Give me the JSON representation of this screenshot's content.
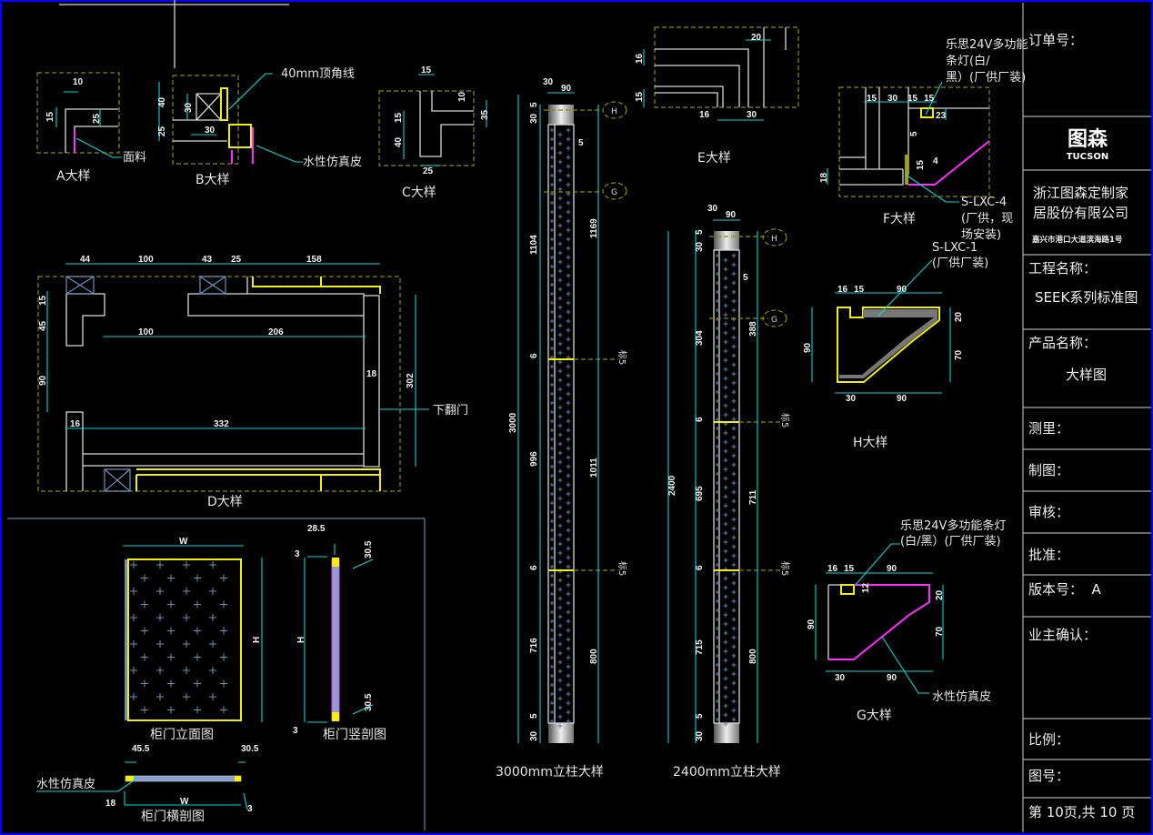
{
  "colors": {
    "background": "#000000",
    "frame": "#0000ff",
    "dimension": "#00d8d8",
    "outline": "#d8d8d8",
    "highlight": "#f0f000",
    "leather": "#ff30ff",
    "detail_box": "#8a8a00"
  },
  "title_block": {
    "order_no": "订单号：",
    "logo_cn": "图森",
    "logo_en": "TUCSON",
    "company_line1": "浙江图森定制家",
    "company_line2": "居股份有限公司",
    "address": "嘉兴市港口大道滨海路1号",
    "project_label": "工程名称：",
    "project_value": "SEEK系列标准图",
    "product_label": "产品名称：",
    "product_value": "大样图",
    "survey": "测里：",
    "drawn": "制图：",
    "review": "审核：",
    "approve": "批准：",
    "version": "版本号：  A",
    "owner_confirm": "业主确认：",
    "scale": "比例：",
    "drawing_no": "图号：",
    "page": "第 10页,共 10 页"
  },
  "details": {
    "A": {
      "caption": "A大样",
      "label": "面料",
      "dims": [
        "10",
        "15",
        "25"
      ]
    },
    "B": {
      "caption": "B大样",
      "label_top": "40mm顶角线",
      "label_side": "水性仿真皮",
      "dims": [
        "40",
        "25",
        "30",
        "30"
      ]
    },
    "C": {
      "caption": "C大样",
      "dims": [
        "15",
        "10",
        "35",
        "15",
        "40",
        "25"
      ]
    },
    "D": {
      "caption": "D大样",
      "label": "下翻门",
      "dims": [
        "44",
        "100",
        "43",
        "25",
        "158",
        "100",
        "206",
        "332",
        "16",
        "18",
        "302",
        "15",
        "45",
        "90"
      ]
    },
    "E": {
      "caption": "E大样",
      "dims": [
        "20",
        "16",
        "15",
        "16",
        "30"
      ]
    },
    "F": {
      "caption": "F大样",
      "label_light": [
        "乐思24V多功能",
        "条灯(白/",
        "黑）(厂供厂装)"
      ],
      "label_lxc4": [
        "S-LXC-4",
        "(厂供，现",
        "场安装)"
      ],
      "dims": [
        "15",
        "30",
        "15",
        "15",
        "23",
        "5",
        "15",
        "4",
        "18"
      ]
    },
    "H": {
      "caption": "H大样",
      "label_lxc1": [
        "S-LXC-1",
        "(厂供厂装)"
      ],
      "dims": [
        "16",
        "15",
        "90",
        "90",
        "20",
        "70",
        "30",
        "90"
      ]
    },
    "G": {
      "caption": "G大样",
      "label_light": [
        "乐思24V多功能条灯",
        "(白/黑）(厂供厂装)"
      ],
      "label_leather": "水性仿真皮",
      "dims": [
        "16",
        "15",
        "90",
        "12",
        "90",
        "20",
        "70",
        "30",
        "90"
      ]
    },
    "door_elevation": {
      "caption": "柜门立面图",
      "dims": [
        "W",
        "H"
      ]
    },
    "door_vertical": {
      "caption": "柜门竖剖图",
      "dims": [
        "28.5",
        "30.5",
        "3",
        "H",
        "3",
        "30.5"
      ]
    },
    "door_horizontal": {
      "caption": "柜门横剖图",
      "label": "水性仿真皮",
      "dims": [
        "45.5",
        "30.5",
        "18",
        "W",
        "3"
      ]
    },
    "col3000": {
      "caption": "3000mm立柱大样",
      "top_dims": [
        "30",
        "90"
      ],
      "left_dims": [
        "5",
        "30",
        "1104",
        "6",
        "996",
        "6",
        "716",
        "5",
        "30"
      ],
      "total": "3000",
      "right_dims": [
        "1169",
        "1011",
        "800"
      ],
      "marks": [
        "H",
        "G",
        "标5",
        "标5"
      ],
      "note": "5"
    },
    "col2400": {
      "caption": "2400mm立柱大样",
      "top_dims": [
        "30",
        "90"
      ],
      "left_dims": [
        "5",
        "30",
        "304",
        "6",
        "695",
        "6",
        "715",
        "5",
        "30"
      ],
      "total": "2400",
      "right_dims": [
        "388",
        "711",
        "800"
      ],
      "marks": [
        "H",
        "G",
        "标5",
        "标5"
      ],
      "note": "5"
    }
  }
}
